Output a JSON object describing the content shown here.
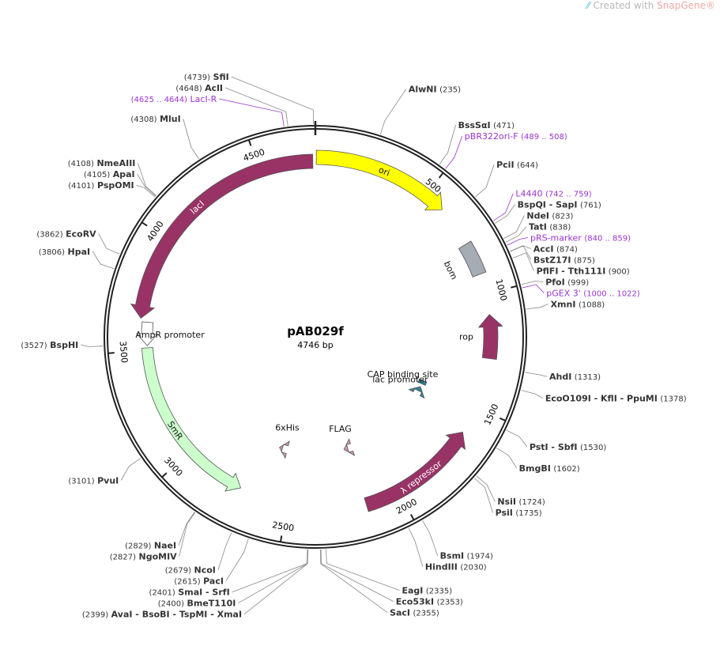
{
  "brand": {
    "prefix": "Created with ",
    "name": "SnapGene",
    "mark": "®"
  },
  "map": {
    "name": "pAB029f",
    "length": "4746 bp",
    "total_bp": 4746,
    "ticks": [
      "500",
      "1000",
      "1500",
      "2000",
      "2500",
      "3000",
      "3500",
      "4000",
      "4500"
    ]
  },
  "features": [
    {
      "label": "ori",
      "start": 4,
      "end": 592,
      "strand": 1,
      "color": "#ffff00",
      "type": "arrow"
    },
    {
      "label": "bom",
      "start": 770,
      "end": 912,
      "strand": 0,
      "color": "#a6acb3",
      "type": "box"
    },
    {
      "label": "rop",
      "start": 1090,
      "end": 1280,
      "strand": -1,
      "color": "#993366",
      "type": "arrow"
    },
    {
      "label": "CAP binding site",
      "start": 1478,
      "end": 1500,
      "strand": 0,
      "color": "#31849b",
      "type": "small"
    },
    {
      "label": "lac promoter",
      "start": 1520,
      "end": 1550,
      "strand": -1,
      "color": "#31849b",
      "type": "small"
    },
    {
      "label": "λ repressor",
      "start": 1620,
      "end": 2150,
      "strand": -1,
      "color": "#993366",
      "type": "arrow"
    },
    {
      "label": "FLAG",
      "start": 2160,
      "end": 2185,
      "strand": 1,
      "color": "#cc99b2",
      "type": "small"
    },
    {
      "label": "6xHis",
      "start": 2590,
      "end": 2610,
      "strand": 1,
      "color": "#cc99b2",
      "type": "small"
    },
    {
      "label": "SmR",
      "start": 2720,
      "end": 3510,
      "strand": -1,
      "color": "#ccffcc",
      "type": "arrow"
    },
    {
      "label": "AmpR promoter",
      "start": 3520,
      "end": 3625,
      "strand": -1,
      "color": "#ffffff",
      "type": "arrow"
    },
    {
      "label": "lacI",
      "start": 3640,
      "end": 4735,
      "strand": -1,
      "color": "#993366",
      "type": "arrow"
    }
  ],
  "sites": [
    {
      "name": "SfiI",
      "pos": "(4739)",
      "bp": 4739,
      "side": "L"
    },
    {
      "name": "AclI",
      "pos": "(4648)",
      "bp": 4648,
      "side": "L"
    },
    {
      "name": "LacI-R",
      "pos": "(4625 .. 4644)",
      "bp": 4634,
      "side": "L",
      "primer": true
    },
    {
      "name": "MluI",
      "pos": "(4308)",
      "bp": 4308,
      "side": "L"
    },
    {
      "name": "NmeAIII",
      "pos": "(4108)",
      "bp": 4108,
      "side": "L"
    },
    {
      "name": "ApaI",
      "pos": "(4105)",
      "bp": 4105,
      "side": "L"
    },
    {
      "name": "PspOMI",
      "pos": "(4101)",
      "bp": 4101,
      "side": "L"
    },
    {
      "name": "EcoRV",
      "pos": "(3862)",
      "bp": 3862,
      "side": "L"
    },
    {
      "name": "HpaI",
      "pos": "(3806)",
      "bp": 3806,
      "side": "L"
    },
    {
      "name": "BspHI",
      "pos": "(3527)",
      "bp": 3527,
      "side": "L"
    },
    {
      "name": "PvuI",
      "pos": "(3101)",
      "bp": 3101,
      "side": "L"
    },
    {
      "name": "NaeI",
      "pos": "(2829)",
      "bp": 2829,
      "side": "L"
    },
    {
      "name": "NgoMIV",
      "pos": "(2827)",
      "bp": 2827,
      "side": "L"
    },
    {
      "name": "NcoI",
      "pos": "(2679)",
      "bp": 2679,
      "side": "L"
    },
    {
      "name": "PacI",
      "pos": "(2615)",
      "bp": 2615,
      "side": "L"
    },
    {
      "name": "SmaI - SrfI",
      "pos": "(2401)",
      "bp": 2401,
      "side": "L"
    },
    {
      "name": "BmeT110I",
      "pos": "(2400)",
      "bp": 2400,
      "side": "L"
    },
    {
      "name": "AvaI - BsoBI - TspMI - XmaI",
      "pos": "(2399)",
      "bp": 2399,
      "side": "L"
    },
    {
      "name": "SacI",
      "pos": "(2355)",
      "bp": 2355,
      "side": "R"
    },
    {
      "name": "Eco53kI",
      "pos": "(2353)",
      "bp": 2353,
      "side": "R"
    },
    {
      "name": "EagI",
      "pos": "(2335)",
      "bp": 2335,
      "side": "R"
    },
    {
      "name": "HindIII",
      "pos": "(2030)",
      "bp": 2030,
      "side": "R"
    },
    {
      "name": "BsmI",
      "pos": "(1974)",
      "bp": 1974,
      "side": "R"
    },
    {
      "name": "PsiI",
      "pos": "(1735)",
      "bp": 1735,
      "side": "R"
    },
    {
      "name": "NsiI",
      "pos": "(1724)",
      "bp": 1724,
      "side": "R"
    },
    {
      "name": "BmgBI",
      "pos": "(1602)",
      "bp": 1602,
      "side": "R"
    },
    {
      "name": "PstI - SbfI",
      "pos": "(1530)",
      "bp": 1530,
      "side": "R"
    },
    {
      "name": "EcoO109I - KflI - PpuMI",
      "pos": "(1378)",
      "bp": 1378,
      "side": "R"
    },
    {
      "name": "AhdI",
      "pos": "(1313)",
      "bp": 1313,
      "side": "R"
    },
    {
      "name": "XmnI",
      "pos": "(1088)",
      "bp": 1088,
      "side": "R"
    },
    {
      "name": "pGEX 3'",
      "pos": "(1000 .. 1022)",
      "bp": 1011,
      "side": "R",
      "primer": true
    },
    {
      "name": "PfoI",
      "pos": "(999)",
      "bp": 999,
      "side": "R"
    },
    {
      "name": "PflFI - Tth111I",
      "pos": "(900)",
      "bp": 900,
      "side": "R"
    },
    {
      "name": "BstZ17I",
      "pos": "(875)",
      "bp": 875,
      "side": "R"
    },
    {
      "name": "AccI",
      "pos": "(874)",
      "bp": 874,
      "side": "R"
    },
    {
      "name": "pRS-marker",
      "pos": "(840 .. 859)",
      "bp": 850,
      "side": "R",
      "primer": true
    },
    {
      "name": "TatI",
      "pos": "(838)",
      "bp": 838,
      "side": "R"
    },
    {
      "name": "NdeI",
      "pos": "(823)",
      "bp": 823,
      "side": "R"
    },
    {
      "name": "BspQI - SapI",
      "pos": "(761)",
      "bp": 761,
      "side": "R"
    },
    {
      "name": "L4440",
      "pos": "(742 .. 759)",
      "bp": 750,
      "side": "R",
      "primer": true
    },
    {
      "name": "PciI",
      "pos": "(644)",
      "bp": 644,
      "side": "R"
    },
    {
      "name": "pBR322ori-F",
      "pos": "(489 .. 508)",
      "bp": 498,
      "side": "R",
      "primer": true
    },
    {
      "name": "BssSαI",
      "pos": "(471)",
      "bp": 471,
      "side": "R"
    },
    {
      "name": "AlwNI",
      "pos": "(235)",
      "bp": 235,
      "side": "R"
    }
  ]
}
